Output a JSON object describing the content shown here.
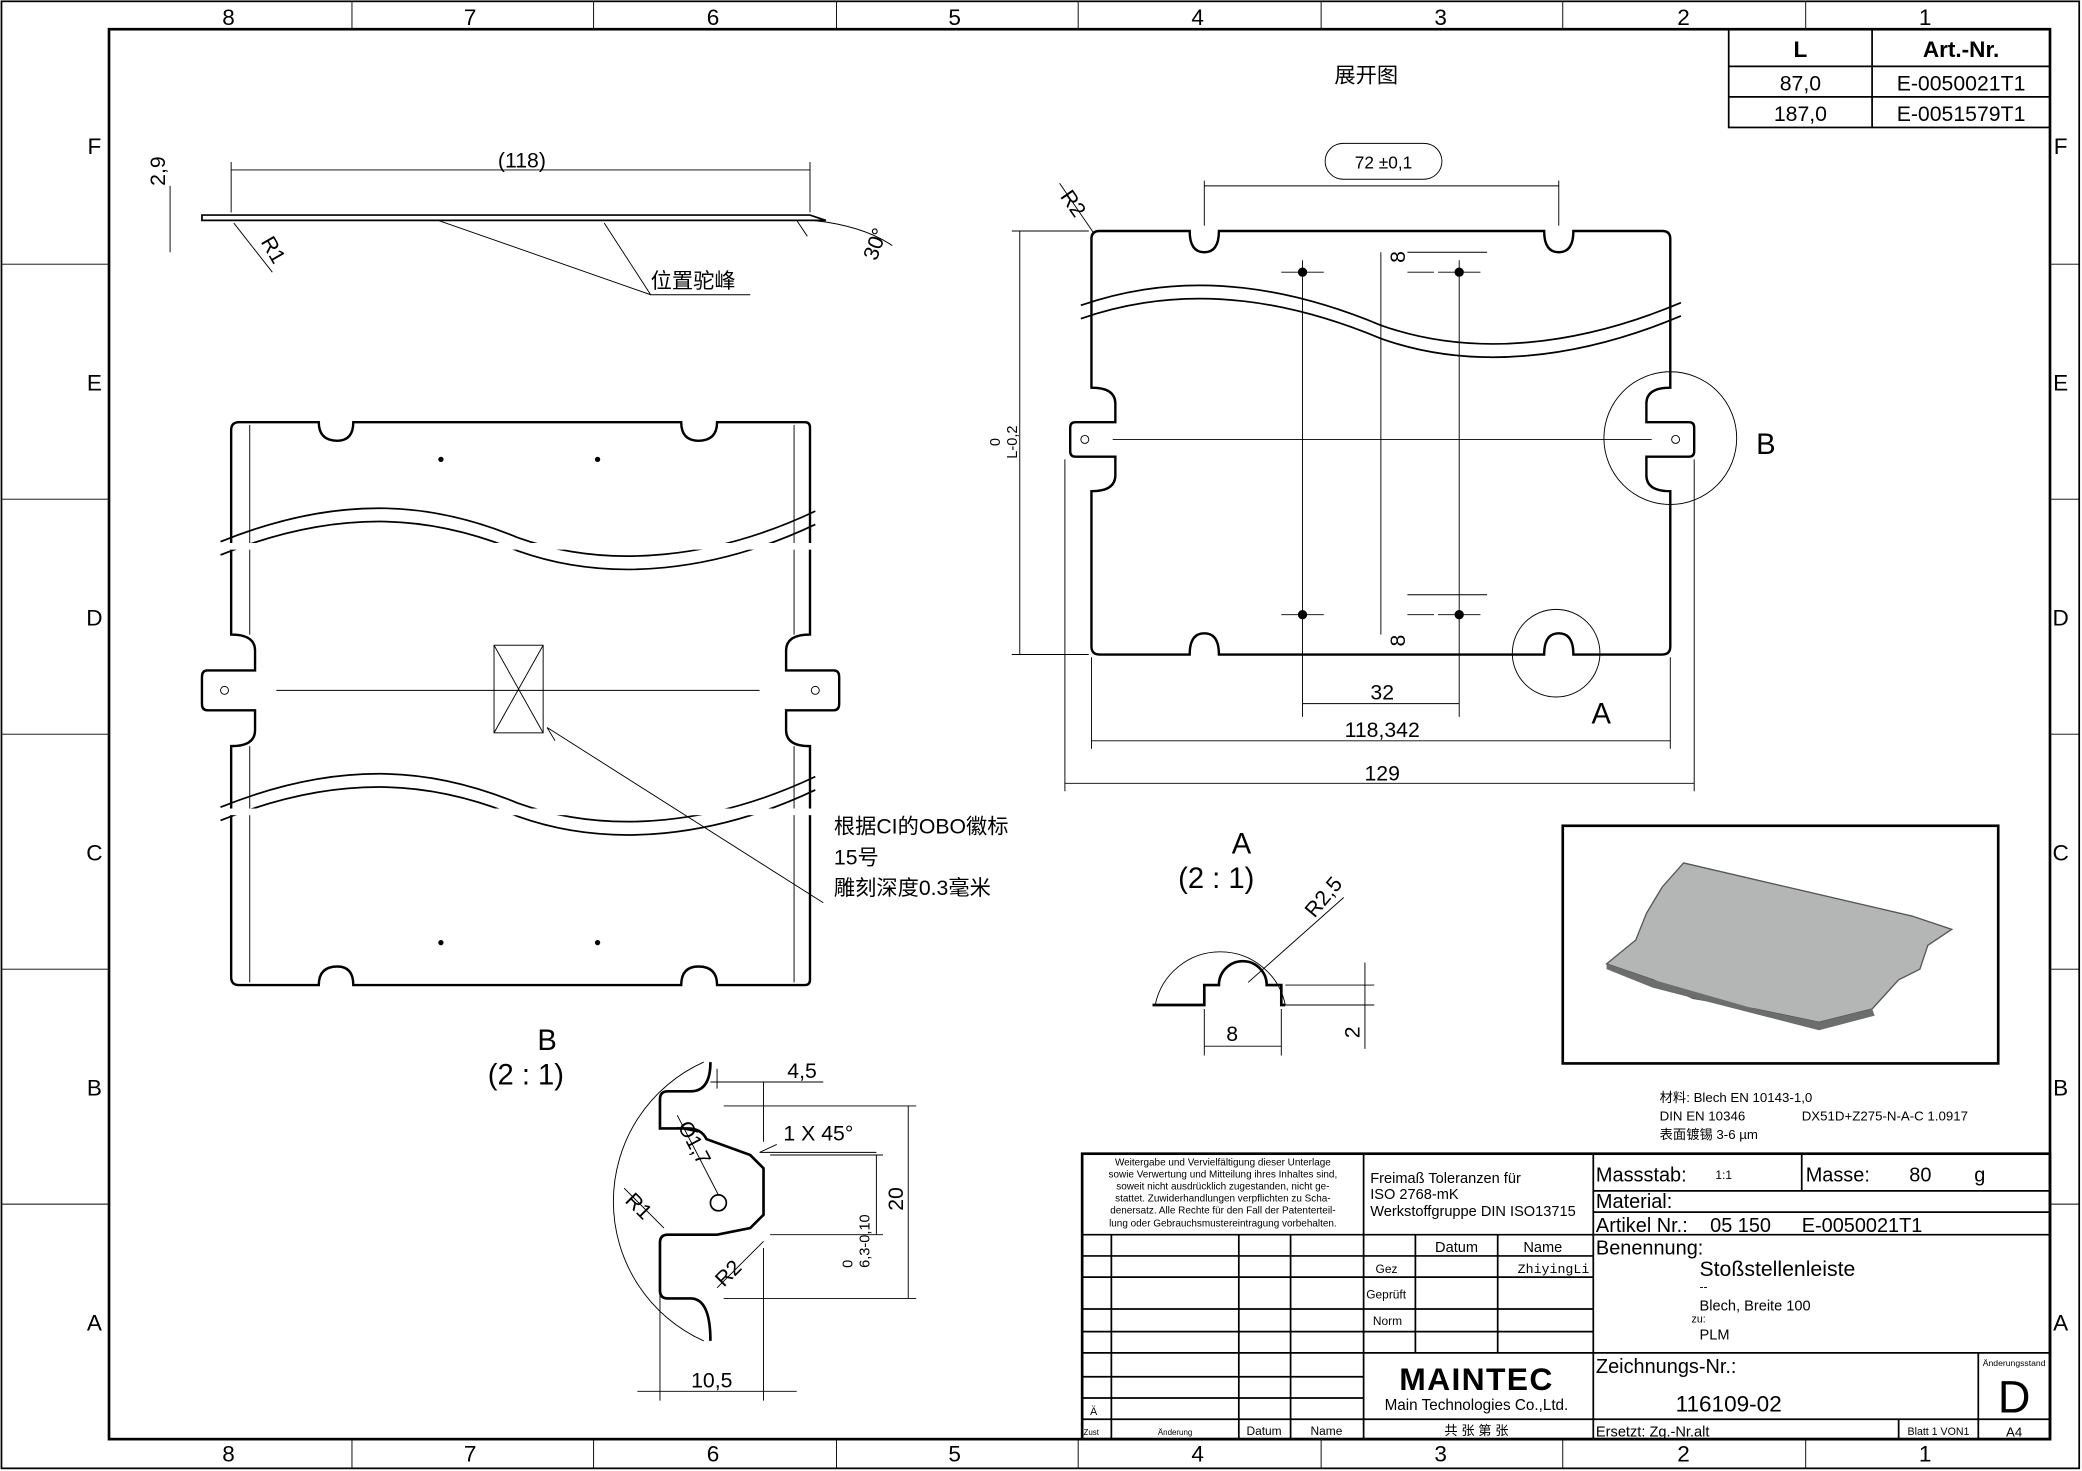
{
  "frame": {
    "columns": [
      "8",
      "7",
      "6",
      "5",
      "4",
      "3",
      "2",
      "1"
    ],
    "rows": [
      "F",
      "E",
      "D",
      "C",
      "B",
      "A"
    ]
  },
  "variant_table": {
    "headers": [
      "L",
      "Art.-Nr."
    ],
    "rows": [
      [
        "87,0",
        "E-0050021T1"
      ],
      [
        "187,0",
        "E-0051579T1"
      ]
    ]
  },
  "views": {
    "unfold_title": "展开图",
    "side": {
      "len": "(118)",
      "thick": "2,9",
      "radius": "R1",
      "angle": "30°",
      "note": "位置驼峰"
    },
    "plan": {
      "logo_note": [
        "根据CI的OBO徽标",
        "15号",
        "雕刻深度0.3毫米"
      ]
    },
    "flat": {
      "slot_dim": "72 ±0,1",
      "radius": "R2",
      "eight_top": "8",
      "eight_bottom": "8",
      "dim_32": "32",
      "dim_inner": "118,342",
      "dim_total": "129",
      "length_tol_upper": "0",
      "length_tol_lower": "L-0,2",
      "label_b": "B",
      "label_a": "A"
    },
    "detail_a": {
      "label": "A",
      "scale": "(2 : 1)",
      "radius": "R2,5",
      "width": "8",
      "depth": "2"
    },
    "detail_b": {
      "label": "B",
      "scale": "(2 : 1)",
      "top": "4,5",
      "chamfer": "1 X 45°",
      "hole": "Ø1,7",
      "r1": "R1",
      "r2": "R2",
      "height": "20",
      "width": "10,5",
      "tol_upper": "0",
      "tol_lower": "6,3-0,10"
    }
  },
  "material_notes": {
    "line1": "材料:    Blech EN 10143-1,0",
    "line2a": "DIN EN 10346",
    "line2b": "DX51D+Z275-N-A-C    1.0917",
    "line3": "表面镀锡    3-6 µm"
  },
  "title_block": {
    "notice": [
      "Weitergabe und Vervielfältigung dieser Unterlage",
      "sowie Verwertung und Mitteilung ihres Inhaltes sind,",
      "soweit nicht ausdrücklich zugestanden, nicht ge-",
      "stattet. Zuwiderhandlungen verpflichten zu Scha-",
      "denersatz. Alle Rechte für den Fall der Patenterteil-",
      "lung oder Gebrauchsmustereintragung vorbehalten."
    ],
    "tolerance": [
      "Freimaß Toleranzen für",
      "ISO 2768-mK",
      "Werkstoffgruppe DIN ISO13715"
    ],
    "massstab_label": "Massstab:",
    "massstab": "1:1",
    "masse_label": "Masse:",
    "masse": "80",
    "masse_unit": "g",
    "material_label": "Material:",
    "artikel_label": "Artikel Nr.:",
    "artikel_nr": "05 150",
    "artikel_code": "E-0050021T1",
    "datum": "Datum",
    "name": "Name",
    "gez": "Gez",
    "gez_name": "ZhiyingLi",
    "geprueft": "Geprüft",
    "norm": "Norm",
    "benennung_label": "Benennung:",
    "benennung": "Stoßstellenleiste",
    "dash": "--",
    "sub": "Blech, Breite 100",
    "zu": "zu:",
    "plm": "PLM",
    "company_logo": "MAINTEC",
    "company": "Main Technologies Co.,Ltd.",
    "zeichnung_label": "Zeichnungs-Nr.:",
    "zeichnung_nr": "116109-02",
    "aend_label": "Änderungsstand",
    "aend": "D",
    "ae": "Ä",
    "zust": "Zust",
    "aenderung": "Änderung",
    "datum2": "Datum",
    "name2": "Name",
    "sheets": "共  张  第  张",
    "ersetzt": "Ersetzt: Zg.-Nr.alt",
    "blatt": "Blatt 1 VON1",
    "format": "A4"
  }
}
